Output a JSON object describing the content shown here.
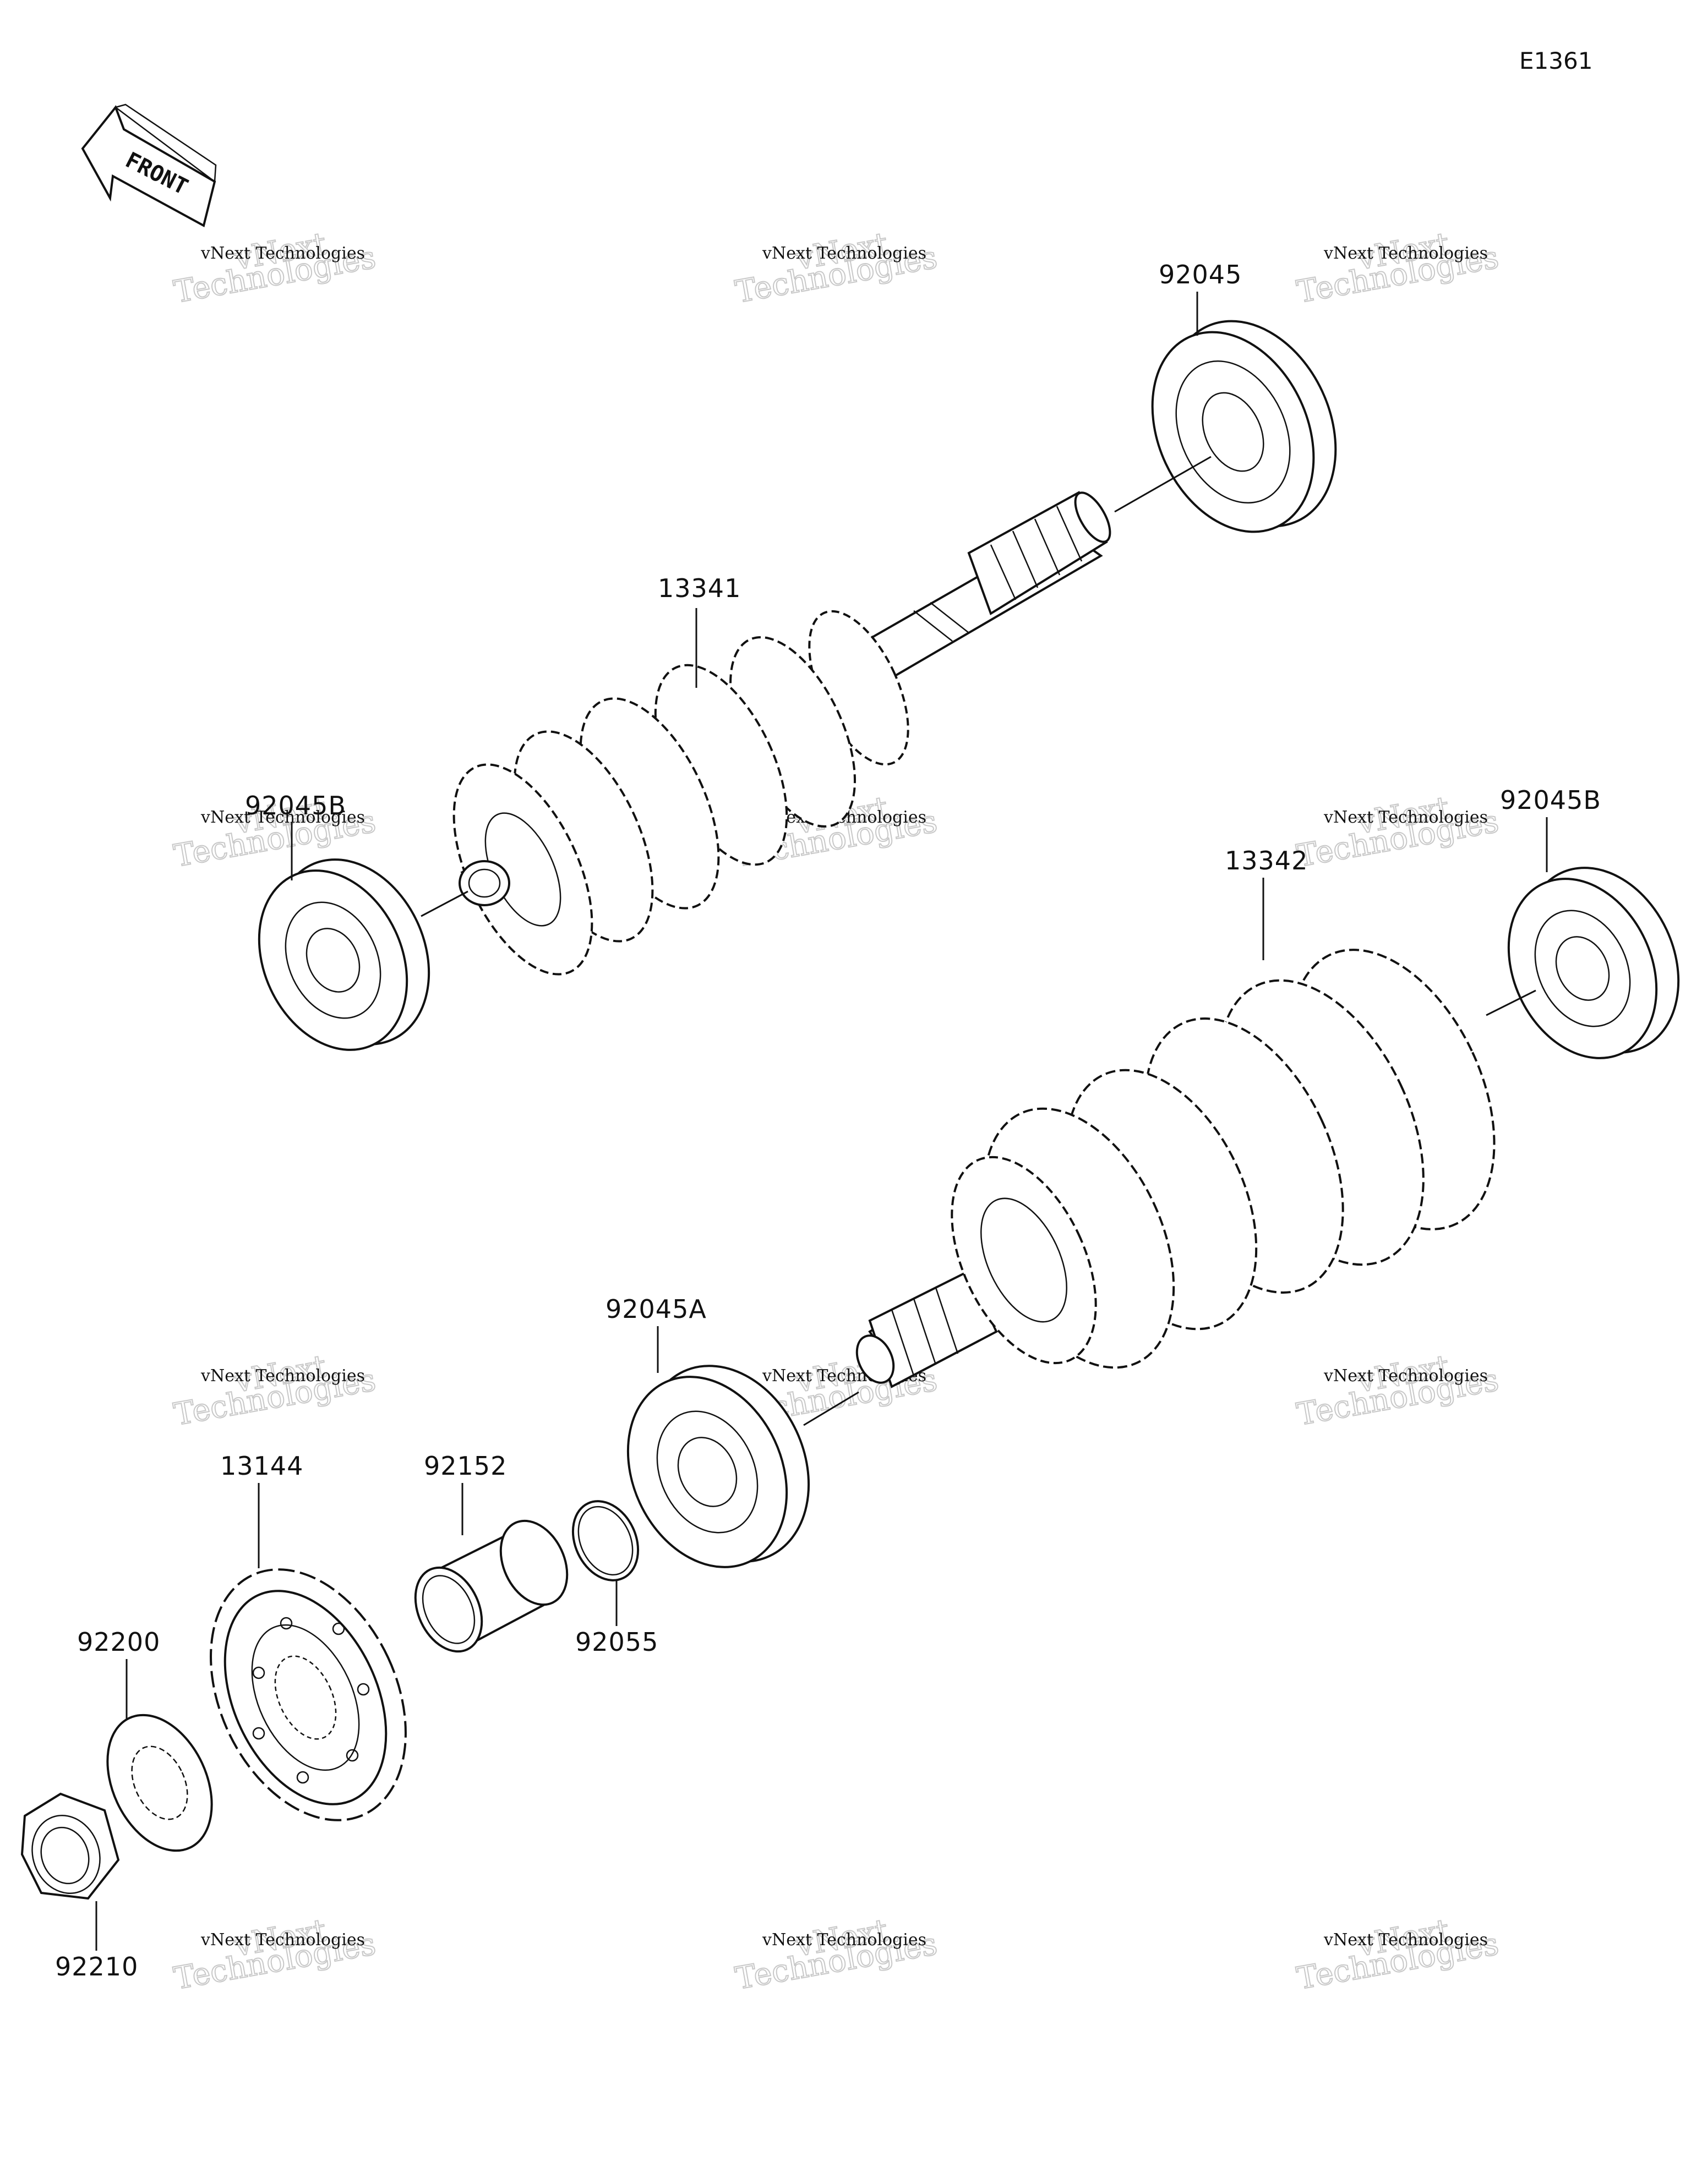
{
  "diagram_code": "E1361",
  "front_label": "FRONT",
  "watermark": {
    "line1": "vNext Technologies",
    "line2": "vNext",
    "line3": "Technologies"
  },
  "callouts": {
    "c92045": "92045",
    "c13341": "13341",
    "c92045b_left": "92045B",
    "c92045b_right": "92045B",
    "c13342": "13342",
    "c92045a": "92045A",
    "c13144": "13144",
    "c92152": "92152",
    "c92200": "92200",
    "c92055": "92055",
    "c92210": "92210"
  }
}
